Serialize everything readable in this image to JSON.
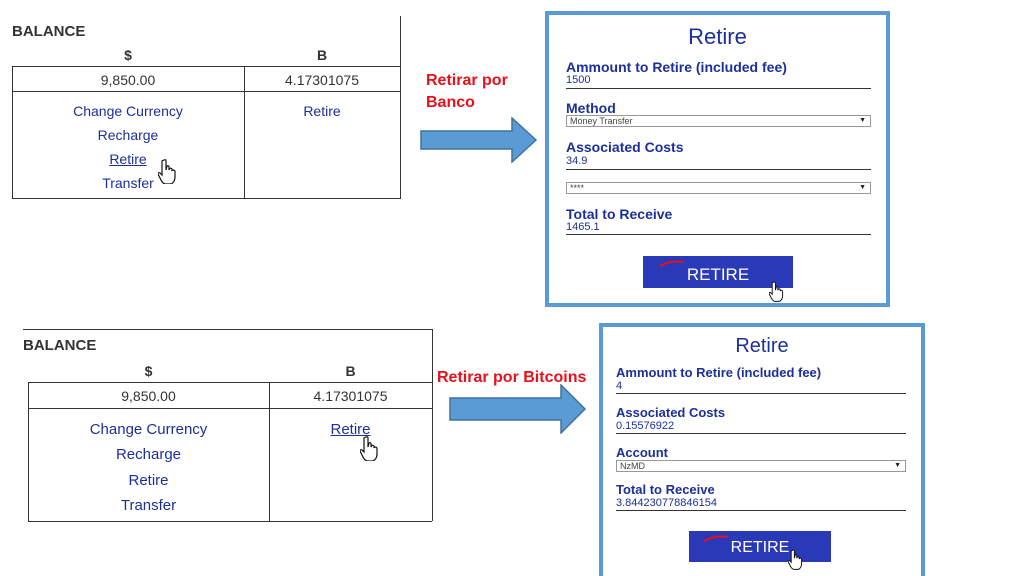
{
  "top_balance": {
    "title": "BALANCE",
    "col_dollar": "$",
    "col_btc": "B",
    "dollar_value": "9,850.00",
    "btc_value": "4.17301075",
    "links": [
      "Change Currency",
      "Recharge",
      "Retire",
      "Transfer"
    ],
    "btc_link": "Retire"
  },
  "bottom_balance": {
    "title": "BALANCE",
    "col_dollar": "$",
    "col_btc": "B",
    "dollar_value": "9,850.00",
    "btc_value": "4.17301075",
    "links": [
      "Change Currency",
      "Recharge",
      "Retire",
      "Transfer"
    ],
    "btc_link": "Retire"
  },
  "captions": {
    "bank": "Retirar por\nBanco",
    "bitcoin": "Retirar por Bitcoins"
  },
  "bank_form": {
    "title": "Retire",
    "amount_label": "Ammount to Retire (included fee)",
    "amount_value": "1500",
    "method_label": "Method",
    "method_value": "Money Transfer",
    "costs_label": "Associated Costs",
    "costs_value": "34.9",
    "account_value": "****",
    "total_label": "Total to Receive",
    "total_value": "1465.1",
    "button_label": "RETIRE"
  },
  "btc_form": {
    "title": "Retire",
    "amount_label": "Ammount to Retire (included fee)",
    "amount_value": "4",
    "costs_label": "Associated Costs",
    "costs_value": "0.15576922",
    "account_label": "Account",
    "account_value": "NzMD",
    "total_label": "Total to Receive",
    "total_value": "3.844230778846154",
    "button_label": "RETIRE"
  },
  "colors": {
    "form_border": "#5b9bd5",
    "link_blue": "#1d2f9a",
    "caption_red": "#e8101a",
    "arrow_fill": "#5b9bd5",
    "button_bg": "#2a39b8"
  },
  "icons": {
    "cursor": "hand-pointer-icon",
    "arrow": "right-arrow-icon",
    "dropdown": "chevron-down-icon"
  }
}
